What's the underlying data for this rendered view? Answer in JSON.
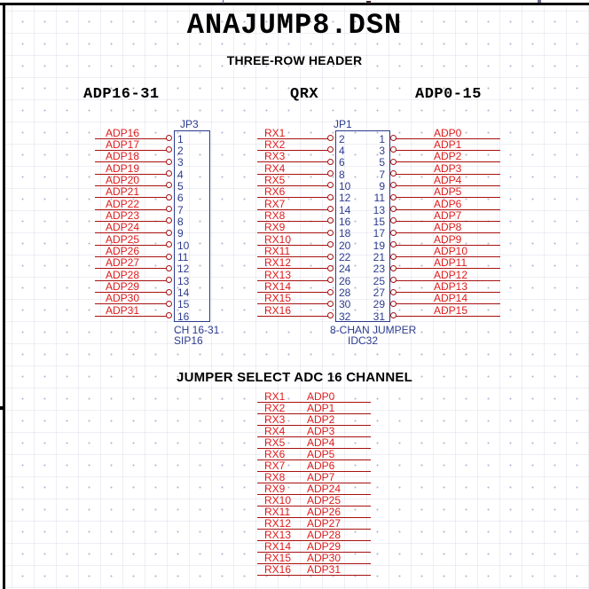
{
  "sheet": {
    "title": "ANAJUMP8.DSN",
    "subtitle": "THREE-ROW HEADER",
    "section_title": "JUMPER SELECT ADC 16 CHANNEL",
    "colors": {
      "wire": "#a81010",
      "net_label": "#e01b1b",
      "component": "#2b3b8f",
      "text": "#000000",
      "background": "#ffffff"
    }
  },
  "column_headers": [
    {
      "text": "ADP16-31"
    },
    {
      "text": "QRX"
    },
    {
      "text": "ADP0-15"
    }
  ],
  "components": [
    {
      "refdes": "JP3",
      "value": "CH 16-31",
      "footprint": "SIP16",
      "rows": 16,
      "left_pins": [
        "1",
        "2",
        "3",
        "4",
        "5",
        "6",
        "7",
        "8",
        "9",
        "10",
        "11",
        "12",
        "13",
        "14",
        "15",
        "16"
      ],
      "left_nets": [
        "ADP16",
        "ADP17",
        "ADP18",
        "ADP19",
        "ADP20",
        "ADP21",
        "ADP22",
        "ADP23",
        "ADP24",
        "ADP25",
        "ADP26",
        "ADP27",
        "ADP28",
        "ADP29",
        "ADP30",
        "ADP31"
      ]
    },
    {
      "refdes": "JP1",
      "value": "8-CHAN JUMPER",
      "footprint": "IDC32",
      "rows": 16,
      "left_pins": [
        "2",
        "4",
        "6",
        "8",
        "10",
        "12",
        "14",
        "16",
        "18",
        "20",
        "22",
        "24",
        "26",
        "28",
        "30",
        "32"
      ],
      "right_pins": [
        "1",
        "3",
        "5",
        "7",
        "9",
        "11",
        "13",
        "15",
        "17",
        "19",
        "21",
        "23",
        "25",
        "27",
        "29",
        "31"
      ],
      "left_nets": [
        "RX1",
        "RX2",
        "RX3",
        "RX4",
        "RX5",
        "RX6",
        "RX7",
        "RX8",
        "RX9",
        "RX10",
        "RX11",
        "RX12",
        "RX13",
        "RX14",
        "RX15",
        "RX16"
      ],
      "right_nets": [
        "ADP0",
        "ADP1",
        "ADP2",
        "ADP3",
        "ADP4",
        "ADP5",
        "ADP6",
        "ADP7",
        "ADP8",
        "ADP9",
        "ADP10",
        "ADP11",
        "ADP12",
        "ADP13",
        "ADP14",
        "ADP15"
      ]
    }
  ],
  "jumper_table": {
    "title": "JUMPER SELECT ADC 16 CHANNEL",
    "rows": [
      {
        "rx": "RX1",
        "adp": "ADP0"
      },
      {
        "rx": "RX2",
        "adp": "ADP1"
      },
      {
        "rx": "RX3",
        "adp": "ADP2"
      },
      {
        "rx": "RX4",
        "adp": "ADP3"
      },
      {
        "rx": "RX5",
        "adp": "ADP4"
      },
      {
        "rx": "RX6",
        "adp": "ADP5"
      },
      {
        "rx": "RX7",
        "adp": "ADP6"
      },
      {
        "rx": "RX8",
        "adp": "ADP7"
      },
      {
        "rx": "RX9",
        "adp": "ADP24"
      },
      {
        "rx": "RX10",
        "adp": "ADP25"
      },
      {
        "rx": "RX11",
        "adp": "ADP26"
      },
      {
        "rx": "RX12",
        "adp": "ADP27"
      },
      {
        "rx": "RX13",
        "adp": "ADP28"
      },
      {
        "rx": "RX14",
        "adp": "ADP29"
      },
      {
        "rx": "RX15",
        "adp": "ADP30"
      },
      {
        "rx": "RX16",
        "adp": "ADP31"
      }
    ]
  }
}
